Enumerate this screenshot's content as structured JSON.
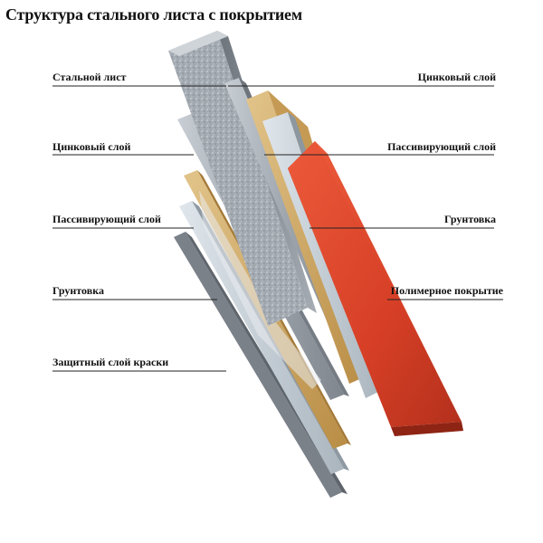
{
  "title": "Структура стального листа с покрытием",
  "left_labels": [
    "Стальной лист",
    "Цинковый слой",
    "Пассивирующий слой",
    "Грунтовка",
    "Защитный слой краски"
  ],
  "right_labels": [
    "Цинковый слой",
    "Пассивирующий слой",
    "Грунтовка",
    "Полимерное покрытие"
  ],
  "colors": {
    "steel": "#9aa0a8",
    "zinc": "#b9c4cc",
    "passivation": "#c9a25a",
    "primer": "#a9b5bf",
    "paint": "#7e848c",
    "polymer": "#d9452b",
    "leader_line": "#222222"
  }
}
